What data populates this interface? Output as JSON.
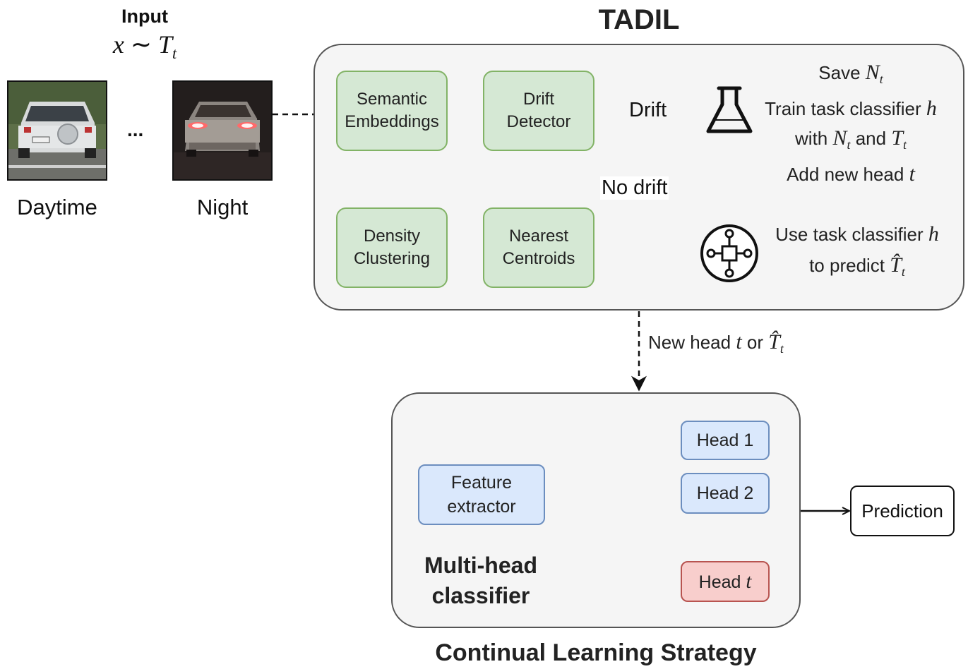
{
  "input": {
    "title": "Input",
    "formula_x": "x",
    "formula_sim": "∼",
    "formula_T": "T",
    "formula_sub": "t",
    "ellipsis": "...",
    "image_labels": [
      "Daytime",
      "Night"
    ]
  },
  "tadil": {
    "title": "TADIL",
    "boxes": {
      "semantic": [
        "Semantic",
        "Embeddings"
      ],
      "drift": [
        "Drift",
        "Detector"
      ],
      "density": [
        "Density",
        "Clustering"
      ],
      "centroids": [
        "Nearest",
        "Centroids"
      ]
    },
    "drift_label": "Drift",
    "no_drift_label": "No drift",
    "drift_actions": {
      "save": "Save",
      "save_var": "N",
      "train": "Train task classifier",
      "train_var": "h",
      "with": "with",
      "with_var1": "N",
      "and": "and",
      "with_var2": "T",
      "add": "Add new head",
      "add_var": "t",
      "sub": "t"
    },
    "predict_actions": {
      "use": "Use task classifier",
      "use_var": "h",
      "to_predict": "to predict",
      "pred_var": "T̂",
      "sub": "t"
    },
    "icons": [
      "flask-icon",
      "circuit-classifier-icon"
    ]
  },
  "link": {
    "text": "New head",
    "var1": "t",
    "or": "or",
    "var2": "T̂",
    "sub": "t"
  },
  "strategy": {
    "title": "Continual Learning Strategy",
    "classifier_label": [
      "Multi-head",
      "classifier"
    ],
    "feature_extractor": [
      "Feature",
      "extractor"
    ],
    "heads": {
      "head1": "Head 1",
      "head2": "Head 2",
      "headt_prefix": "Head",
      "headt_var": "t"
    },
    "prediction": "Prediction"
  }
}
